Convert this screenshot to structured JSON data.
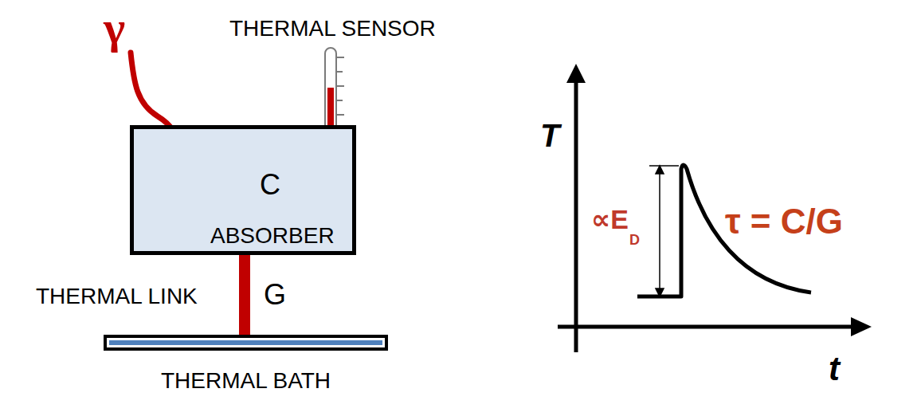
{
  "diagram": {
    "nodes": [
      {
        "text": [
          "C",
          "ABSORBER"
        ]
      },
      {
        "text": [
          "THERMAL BATH"
        ]
      }
    ],
    "edges": [
      {
        "from": 0,
        "to": 1,
        "arrow": "none",
        "label": "G"
      }
    ],
    "labels": [
      "THERMAL SENSOR",
      "γ",
      "THERMAL LINK",
      "T",
      "t",
      "∝E",
      "D",
      "τ = C/G"
    ]
  }
}
